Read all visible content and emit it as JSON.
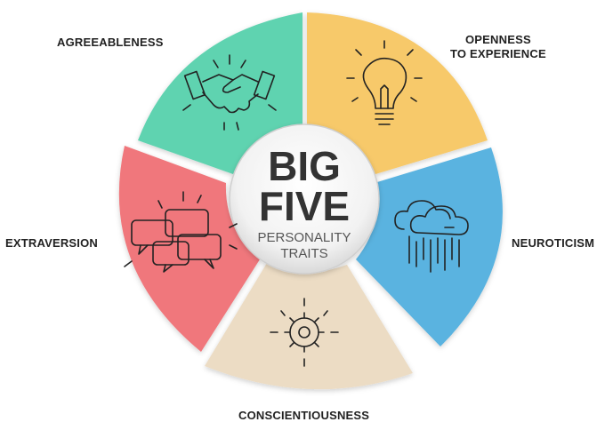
{
  "center": {
    "title_line1": "BIG",
    "title_line2": "FIVE",
    "subtitle_line1": "PERSONALITY",
    "subtitle_line2": "TRAITS"
  },
  "traits": [
    {
      "key": "agreeableness",
      "label_lines": [
        "AGREEABLENESS"
      ],
      "color": "#5fd3b0",
      "icon": "handshake-icon"
    },
    {
      "key": "openness",
      "label_lines": [
        "OPENNESS",
        "TO EXPERIENCE"
      ],
      "color": "#f7c96b",
      "icon": "lightbulb-icon"
    },
    {
      "key": "neuroticism",
      "label_lines": [
        "NEUROTICISM"
      ],
      "color": "#5ab3e0",
      "icon": "rain-cloud-icon"
    },
    {
      "key": "conscientiousness",
      "label_lines": [
        "CONSCIENTIOUSNESS"
      ],
      "color": "#ecdcc4",
      "icon": "gear-icon"
    },
    {
      "key": "extraversion",
      "label_lines": [
        "EXTRAVERSION"
      ],
      "color": "#f0777b",
      "icon": "speech-bubbles-icon"
    }
  ]
}
